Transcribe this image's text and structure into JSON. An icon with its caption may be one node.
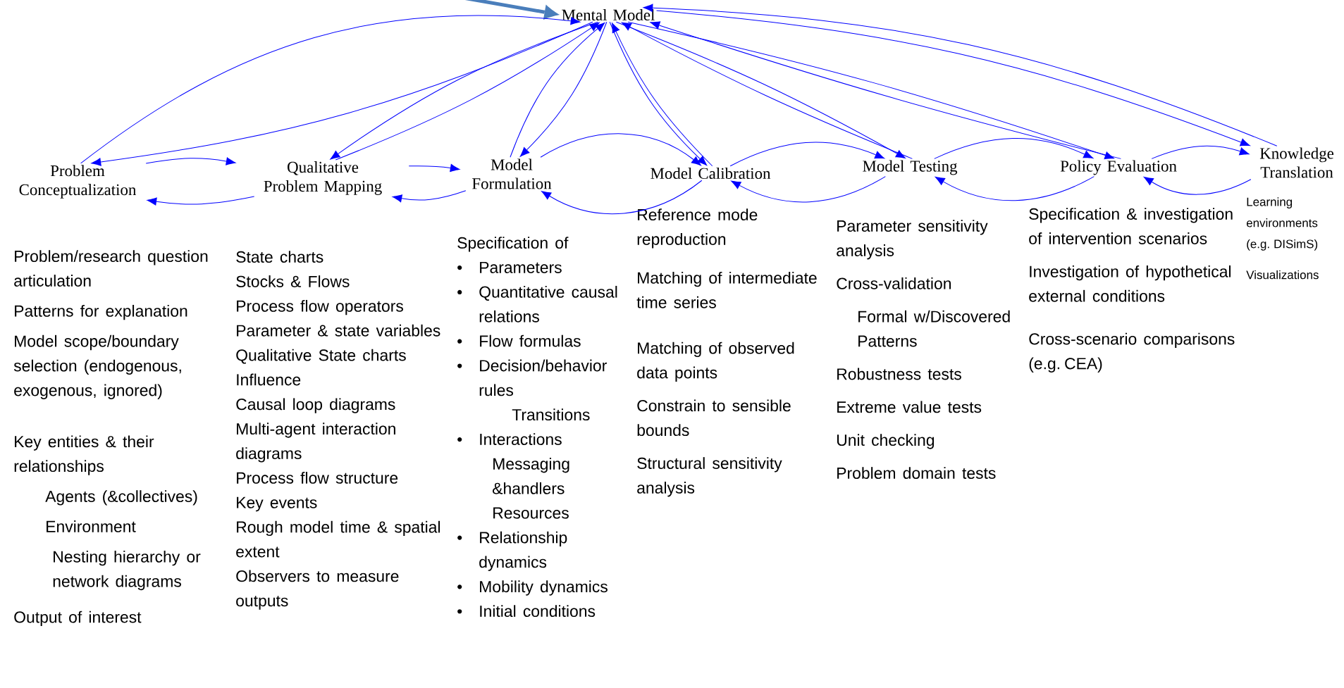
{
  "diagram": {
    "nodes": [
      {
        "text": [
          "Mental Model"
        ]
      },
      {
        "text": [
          "Problem Conceptualization"
        ],
        "beside": [
          "Problem/research question articulation",
          "Patterns for explanation",
          "Model scope/boundary selection (endogenous, exogenous, ignored)",
          "Key entities & their relationships",
          "Agents (&collectives)",
          "Environment",
          "Nesting hierarchy or network diagrams",
          "Output of interest"
        ]
      },
      {
        "text": [
          "Qualitative Problem Mapping"
        ],
        "beside": [
          "State charts",
          "Stocks & Flows",
          "Process flow operators",
          "Parameter & state variables",
          "Qualitative State charts",
          "Influence",
          "Causal loop diagrams",
          "Multi-agent interaction diagrams",
          "Process flow structure",
          "Key events",
          "Rough model time & spatial extent",
          "Observers to measure outputs"
        ]
      },
      {
        "text": [
          "Model Formulation"
        ],
        "beside": [
          "Specification of",
          "Parameters",
          "Quantitative causal relations",
          "Flow formulas",
          "Decision/behavior rules",
          "Transitions",
          "Interactions",
          "Messaging &handlers",
          "Resources",
          "Relationship dynamics",
          "Mobility dynamics",
          "Initial conditions"
        ]
      },
      {
        "text": [
          "Model Calibration"
        ],
        "beside": [
          "Reference mode reproduction",
          "Matching of intermediate time series",
          "Matching of observed data points",
          "Constrain to sensible bounds",
          "Structural sensitivity analysis"
        ]
      },
      {
        "text": [
          "Model Testing"
        ],
        "beside": [
          "Parameter sensitivity analysis",
          "Cross-validation",
          "Formal w/Discovered Patterns",
          "Robustness tests",
          "Extreme value tests",
          "Unit checking",
          "Problem domain tests"
        ]
      },
      {
        "text": [
          "Policy Evaluation"
        ],
        "beside": [
          "Specification & investigation of intervention scenarios",
          "Investigation of hypothetical external conditions",
          "Cross-scenario comparisons (e.g. CEA)"
        ]
      },
      {
        "text": [
          "Knowledge Translation"
        ],
        "beside": [
          "Learning environments (e.g. DISimS)",
          "Visualizations"
        ]
      }
    ],
    "edges": [
      {
        "from": null,
        "to": 0,
        "arrow": "to",
        "style": "thick",
        "color": "#4a7ebb"
      },
      {
        "from": 1,
        "to": 0,
        "arrow": "to"
      },
      {
        "from": 0,
        "to": 1,
        "arrow": "to"
      },
      {
        "from": 1,
        "to": 2,
        "arrow": "to"
      },
      {
        "from": 2,
        "to": 1,
        "arrow": "to"
      },
      {
        "from": 0,
        "to": 2,
        "arrow": "to"
      },
      {
        "from": 2,
        "to": 0,
        "arrow": "to"
      },
      {
        "from": 2,
        "to": 3,
        "arrow": "to"
      },
      {
        "from": 3,
        "to": 2,
        "arrow": "to"
      },
      {
        "from": 3,
        "to": 0,
        "arrow": "to"
      },
      {
        "from": 0,
        "to": 3,
        "arrow": "to"
      },
      {
        "from": 3,
        "to": 4,
        "arrow": "to"
      },
      {
        "from": 4,
        "to": 3,
        "arrow": "to"
      },
      {
        "from": 0,
        "to": 4,
        "arrow": "to"
      },
      {
        "from": 4,
        "to": 0,
        "arrow": "to"
      },
      {
        "from": 4,
        "to": 5,
        "arrow": "to"
      },
      {
        "from": 5,
        "to": 4,
        "arrow": "to"
      },
      {
        "from": 0,
        "to": 5,
        "arrow": "to"
      },
      {
        "from": 5,
        "to": 0,
        "arrow": "to"
      },
      {
        "from": 5,
        "to": 6,
        "arrow": "to"
      },
      {
        "from": 6,
        "to": 5,
        "arrow": "to"
      },
      {
        "from": 0,
        "to": 6,
        "arrow": "to"
      },
      {
        "from": 6,
        "to": 0,
        "arrow": "to"
      },
      {
        "from": 6,
        "to": 7,
        "arrow": "to"
      },
      {
        "from": 7,
        "to": 6,
        "arrow": "to"
      },
      {
        "from": 0,
        "to": 7,
        "arrow": "to"
      },
      {
        "from": 7,
        "to": 0,
        "arrow": "to"
      }
    ],
    "labels": [
      "•",
      "•",
      "•",
      "•",
      "•",
      "•",
      "•",
      "•"
    ]
  }
}
